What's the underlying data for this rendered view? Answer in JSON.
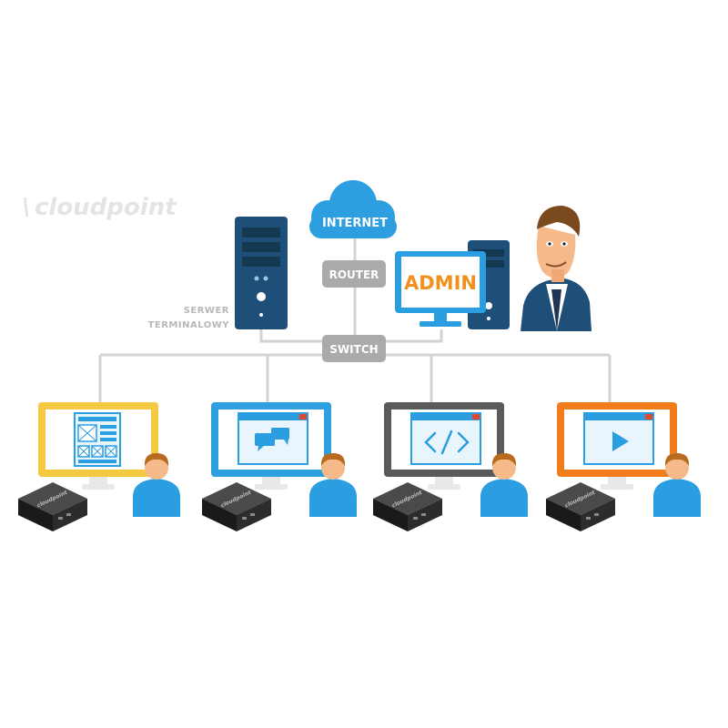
{
  "logo": {
    "text": "cloudpoint",
    "color": "#e4e4e4"
  },
  "nodes": {
    "internet": "INTERNET",
    "router": "ROUTER",
    "switch": "SWITCH",
    "admin": "ADMIN",
    "server_label_line1": "SERWER",
    "server_label_line2": "TERMINALOWY"
  },
  "device_brand": "cloudpoint",
  "workstations": [
    {
      "color": "#f5c842",
      "screen": "wireframe-layout-icon"
    },
    {
      "color": "#2f9fe0",
      "screen": "chat-bubbles-icon"
    },
    {
      "color": "#5a5a5a",
      "screen": "code-brackets-icon"
    },
    {
      "color": "#f07d1a",
      "screen": "play-icon"
    }
  ],
  "colors": {
    "cloud": "#2d9ee0",
    "node_box": "#aaaaaa",
    "line": "#d3d3d3",
    "server": "#1e4f78",
    "admin_text": "#f0901e",
    "user": "#2a9ee0",
    "skin": "#f5b98a",
    "hair": "#b86a1e"
  }
}
